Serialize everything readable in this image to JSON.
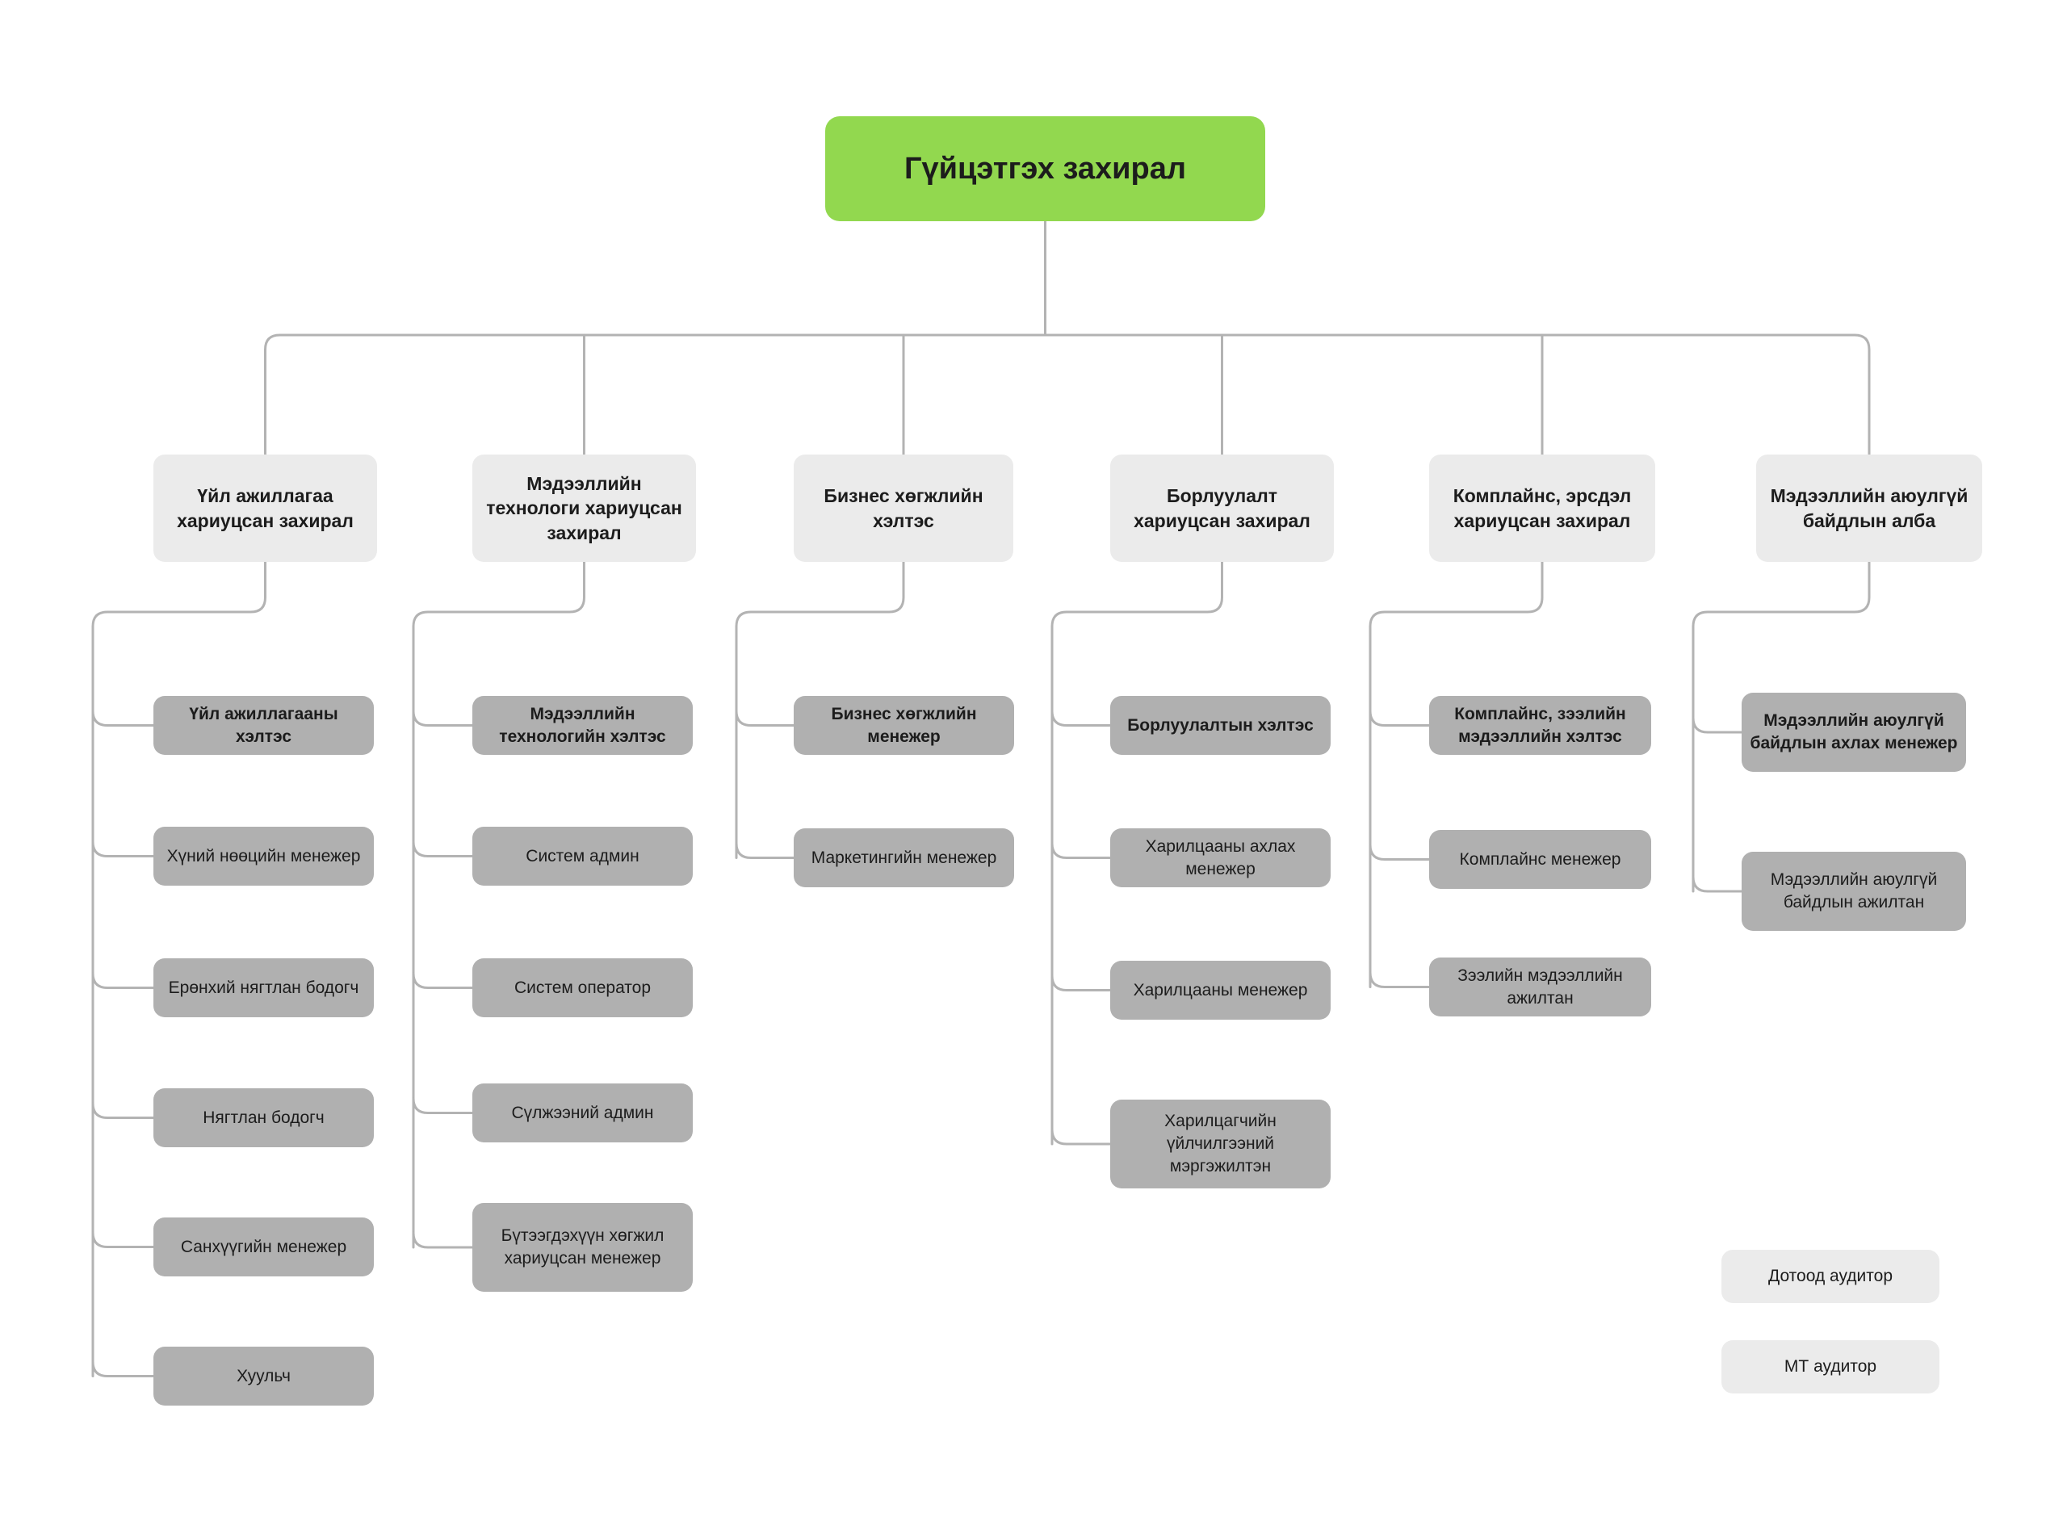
{
  "chart_data": {
    "type": "diagram",
    "diagram_kind": "organizational-chart",
    "title": "",
    "colors": {
      "root_fill": "#92d84f",
      "division_fill": "#ebebeb",
      "unit_fill": "#b0b0b0",
      "role_fill": "#b0b0b0",
      "aux_fill": "#ebebeb",
      "connector": "#b3b3b3",
      "text": "#1c1c1c",
      "background": "#ffffff"
    }
  },
  "root": {
    "label": "Гүйцэтгэх захирал"
  },
  "divisions": [
    {
      "label": "Үйл ажиллагаа хариуцсан захирал",
      "children": [
        {
          "label": "Үйл ажиллагааны хэлтэс",
          "kind": "unit"
        },
        {
          "label": "Хүний нөөцийн менежер",
          "kind": "role"
        },
        {
          "label": "Ерөнхий нягтлан бодогч",
          "kind": "role"
        },
        {
          "label": "Нягтлан бодогч",
          "kind": "role"
        },
        {
          "label": "Санхүүгийн менежер",
          "kind": "role"
        },
        {
          "label": "Хуульч",
          "kind": "role"
        }
      ]
    },
    {
      "label": "Мэдээллийн технологи хариуцсан захирал",
      "children": [
        {
          "label": "Мэдээллийн технологийн хэлтэс",
          "kind": "unit"
        },
        {
          "label": "Систем админ",
          "kind": "role"
        },
        {
          "label": "Систем оператор",
          "kind": "role"
        },
        {
          "label": "Сүлжээний админ",
          "kind": "role"
        },
        {
          "label": "Бүтээгдэхүүн хөгжил хариуцсан менежер",
          "kind": "role"
        }
      ]
    },
    {
      "label": "Бизнес хөгжлийн хэлтэс",
      "children": [
        {
          "label": "Бизнес хөгжлийн менежер",
          "kind": "unit"
        },
        {
          "label": "Маркетингийн менежер",
          "kind": "role"
        }
      ]
    },
    {
      "label": "Борлуулалт хариуцсан захирал",
      "children": [
        {
          "label": "Борлуулалтын хэлтэс",
          "kind": "unit"
        },
        {
          "label": "Харилцааны ахлах менежер",
          "kind": "role"
        },
        {
          "label": "Харилцааны менежер",
          "kind": "role"
        },
        {
          "label": "Харилцагчийн үйлчилгээний мэргэжилтэн",
          "kind": "role"
        }
      ]
    },
    {
      "label": "Комплайнс, эрсдэл хариуцсан захирал",
      "children": [
        {
          "label": "Комплайнс, зээлийн мэдээллийн хэлтэс",
          "kind": "unit"
        },
        {
          "label": "Комплайнс менежер",
          "kind": "role"
        },
        {
          "label": "Зээлийн мэдээллийн ажилтан",
          "kind": "role"
        }
      ]
    },
    {
      "label": "Мэдээллийн аюулгүй байдлын алба",
      "children": [
        {
          "label": "Мэдээллийн аюулгүй байдлын ахлах менежер",
          "kind": "unit"
        },
        {
          "label": "Мэдээллийн аюулгүй байдлын ажилтан",
          "kind": "role"
        }
      ]
    }
  ],
  "standalone": [
    {
      "label": "Дотоод аудитор"
    },
    {
      "label": "МТ аудитор"
    }
  ]
}
